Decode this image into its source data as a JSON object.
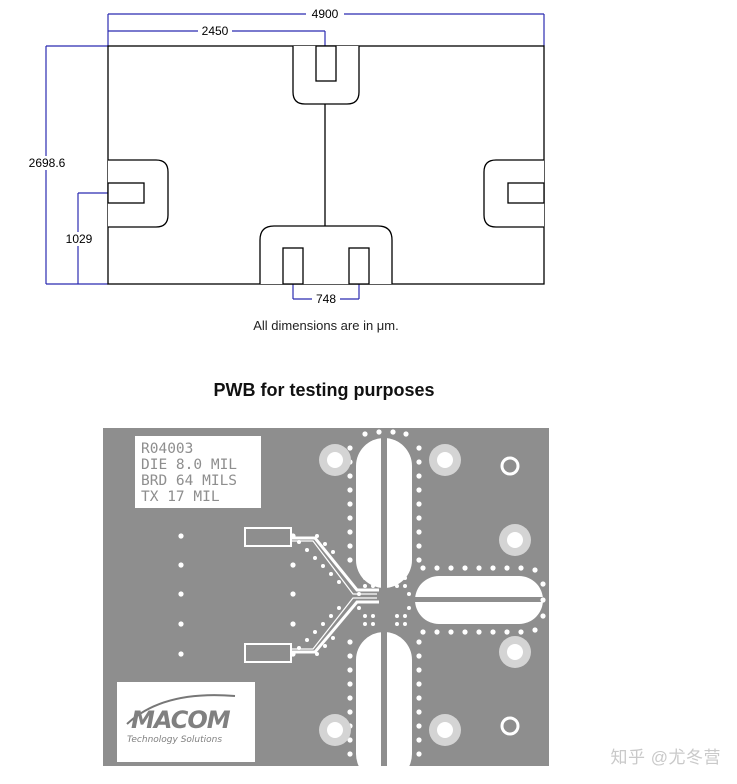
{
  "dimensions": {
    "width_total": "4900",
    "width_half": "2450",
    "height_total": "2698.6",
    "side_pad_height": "1029",
    "bottom_pad_spacing": "748"
  },
  "note": "All dimensions are in μm.",
  "section_title": "PWB for testing purposes",
  "pwb_label": {
    "line1": "R04003",
    "line2": "DIE 8.0 MIL",
    "line3": "BRD 64 MILS",
    "line4": "TX 17 MIL"
  },
  "logo": {
    "brand": "MACOM",
    "tagline": "Technology Solutions"
  },
  "watermark": "知乎 @尤冬营",
  "colors": {
    "dimension_line": "#2b2bb0",
    "board": "#8e8e8e",
    "copper": "#ffffff"
  }
}
